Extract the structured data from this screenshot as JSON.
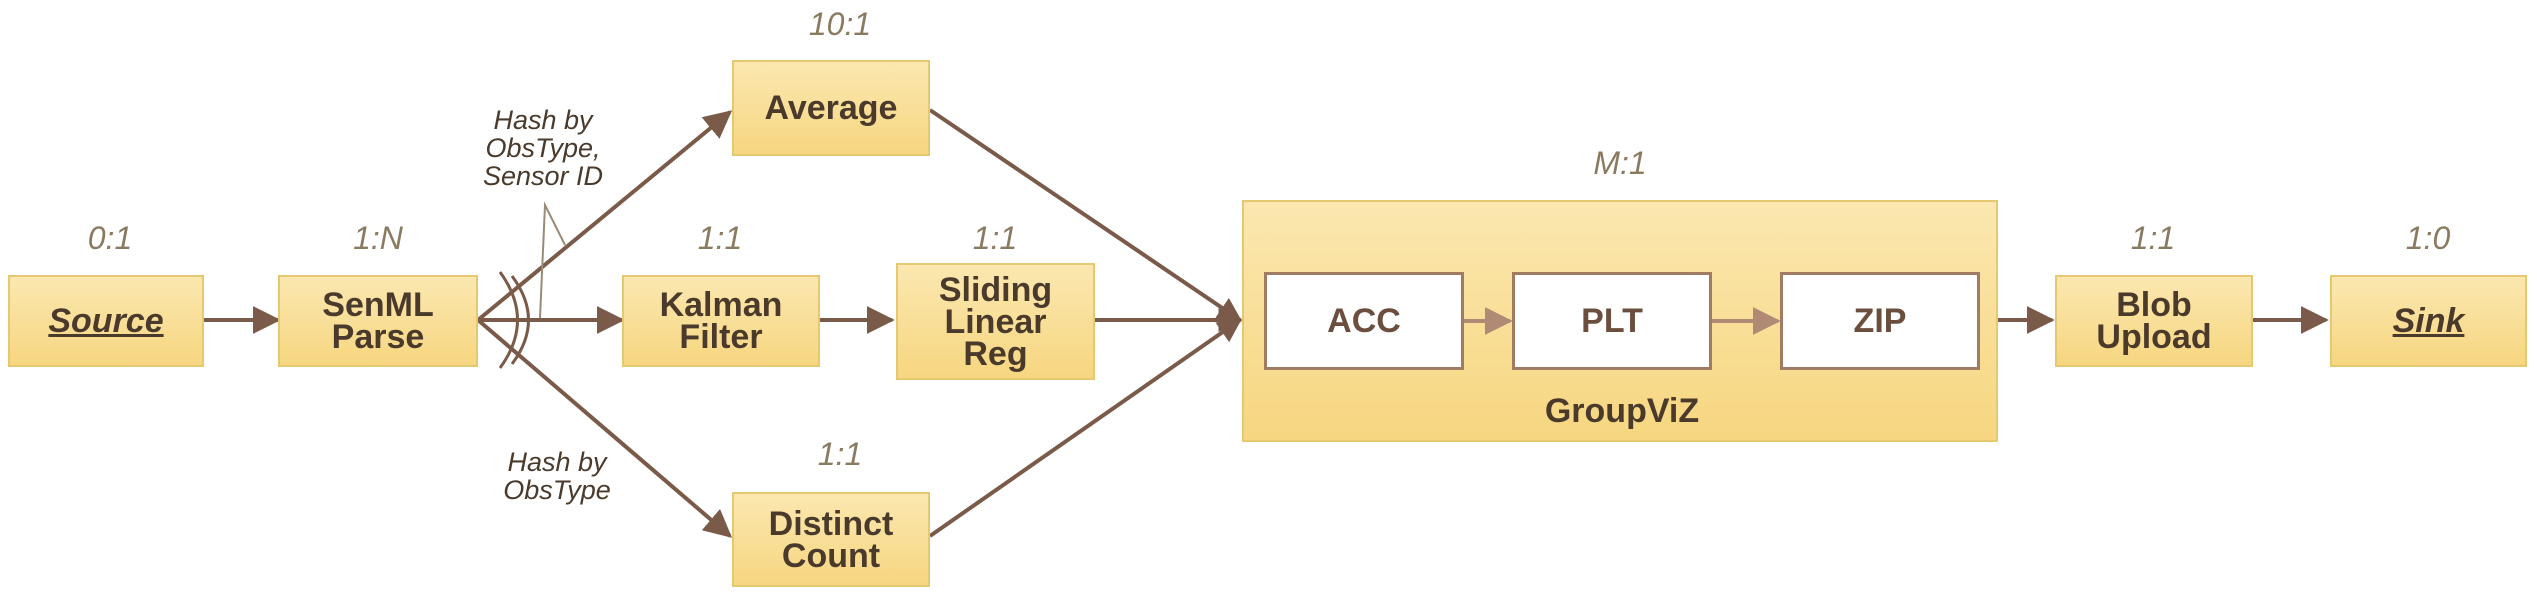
{
  "nodes": {
    "source": {
      "label": "Source",
      "ratio": "0:1"
    },
    "senml": {
      "label": "SenML\nParse",
      "ratio": "1:N"
    },
    "average": {
      "label": "Average",
      "ratio": "10:1"
    },
    "kalman": {
      "label": "Kalman\nFilter",
      "ratio": "1:1"
    },
    "sliding": {
      "label": "Sliding\nLinear\nReg",
      "ratio": "1:1"
    },
    "distinct": {
      "label": "Distinct\nCount",
      "ratio": "1:1"
    },
    "blob": {
      "label": "Blob\nUpload",
      "ratio": "1:1"
    },
    "sink": {
      "label": "Sink",
      "ratio": "1:0"
    }
  },
  "group": {
    "label": "GroupViZ",
    "ratio": "M:1",
    "steps": [
      "ACC",
      "PLT",
      "ZIP"
    ]
  },
  "annotations": {
    "hash_top": "Hash by\nObsType,\nSensor ID",
    "hash_bottom": "Hash by\nObsType"
  },
  "colors": {
    "node_fill": "#f8dd93",
    "node_border": "#e6c870",
    "edge": "#7a5a48",
    "inner_edge": "#b08a75",
    "ratio_text": "#8a7a60"
  }
}
